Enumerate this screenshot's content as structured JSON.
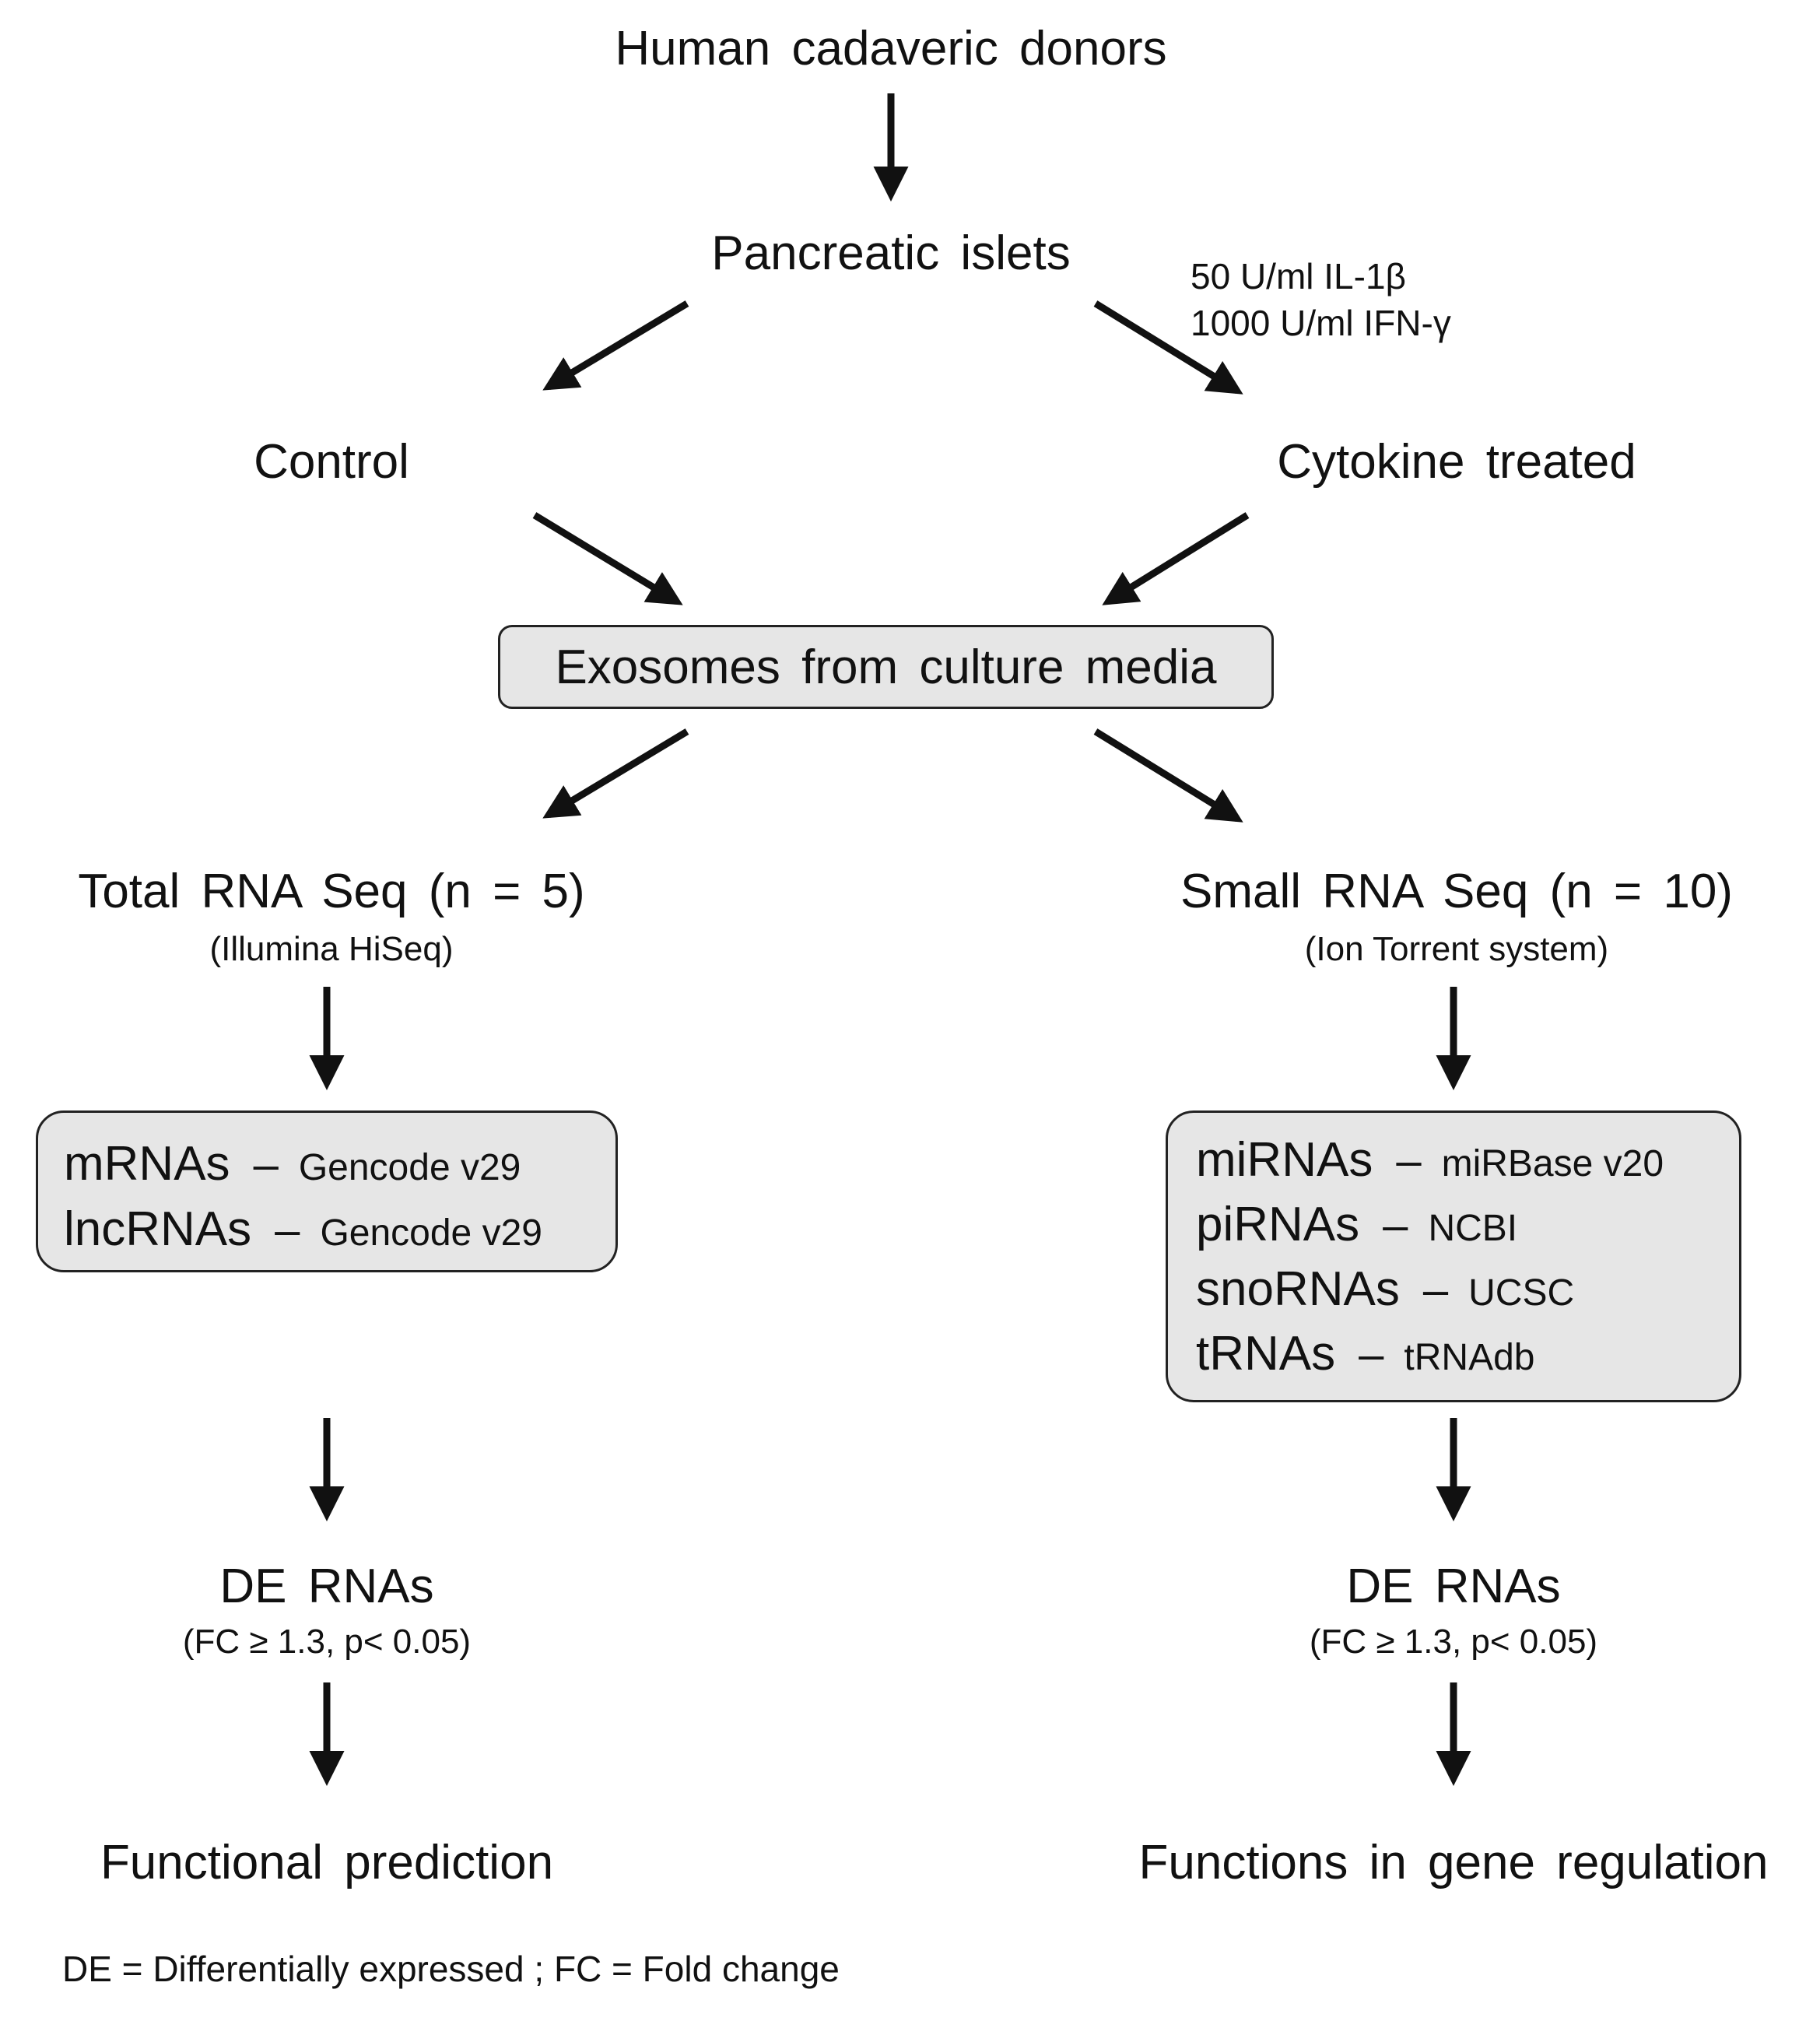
{
  "nodes": {
    "donors": "Human cadaveric donors",
    "islets": "Pancreatic islets",
    "treatment": [
      "50 U/ml IL-1β",
      "1000 U/ml IFN-γ"
    ],
    "control": "Control",
    "cytokine": "Cytokine treated",
    "exosomes": "Exosomes from culture media",
    "total_seq": "Total RNA Seq (n = 5)",
    "total_platform": "(Illumina HiSeq)",
    "small_seq": "Small RNA Seq (n = 10)",
    "small_platform": "(Ion Torrent system)",
    "left_rnas": [
      {
        "name": "mRNAs",
        "dash": "–",
        "db": "Gencode v29"
      },
      {
        "name": "lncRNAs",
        "dash": "–",
        "db": "Gencode v29"
      }
    ],
    "right_rnas": [
      {
        "name": "miRNAs",
        "dash": "–",
        "db": "miRBase v20"
      },
      {
        "name": "piRNAs",
        "dash": "–",
        "db": "NCBI"
      },
      {
        "name": "snoRNAs",
        "dash": "–",
        "db": "UCSC"
      },
      {
        "name": "tRNAs",
        "dash": "–",
        "db": "tRNAdb"
      }
    ],
    "de_left": "DE RNAs",
    "de_left_criteria": "(FC ≥ 1.3, p< 0.05)",
    "de_right": "DE RNAs",
    "de_right_criteria": "(FC ≥ 1.3, p< 0.05)",
    "func_left": "Functional prediction",
    "func_right": "Functions in gene regulation"
  },
  "footnote": "DE = Differentially expressed ; FC = Fold change"
}
